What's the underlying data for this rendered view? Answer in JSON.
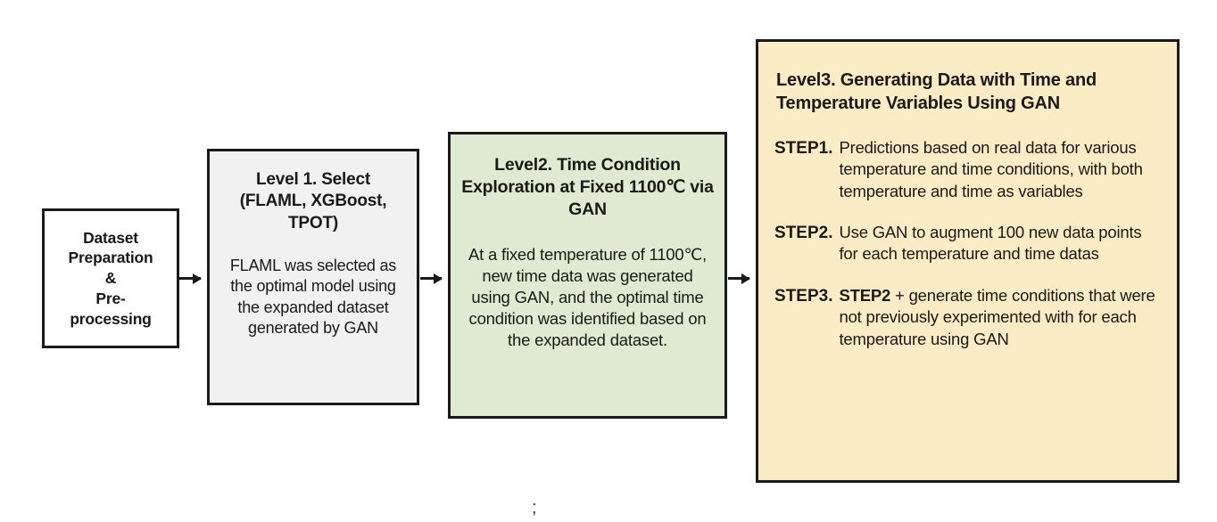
{
  "diagram": {
    "title": "Multi-level GAN-based data generation workflow",
    "colors": {
      "background": "#ffffff",
      "outline": "#1a1a1a",
      "level1_fill": "#f1f1f1",
      "level2_fill": "#dfead0",
      "level3_fill": "#fcecc5",
      "box1_fill": "#ffffff"
    },
    "nodes": {
      "dataset": {
        "title": "Dataset\nPreparation\n&\nPre-\nprocessing"
      },
      "level1": {
        "title": "Level 1. Select\n(FLAML, XGBoost,\nTPOT)",
        "body": "FLAML was selected as the optimal model using the expanded dataset generated by GAN"
      },
      "level2": {
        "title": "Level2. Time Condition Exploration at Fixed 1100℃ via GAN",
        "body": "At a fixed temperature of 1100℃, new time data was generated using GAN, and the optimal time condition was identified based on the expanded dataset."
      },
      "level3": {
        "title": "Level3. Generating Data with Time and Temperature Variables Using GAN",
        "steps": [
          {
            "label": "STEP1.",
            "text": "Predictions based on real data for various temperature and time conditions, with both temperature and time as variables",
            "prefix": "",
            "rest": ""
          },
          {
            "label": "STEP2.",
            "text": "Use GAN to augment 100 new data points for each temperature and time datas",
            "prefix": "",
            "rest": ""
          },
          {
            "label": "STEP3.",
            "text": "",
            "prefix": "STEP2",
            "rest": " + generate time conditions that were not previously experimented with for each temperature using GAN"
          }
        ]
      }
    },
    "arrows": [
      {
        "name": "dataset-to-level1"
      },
      {
        "name": "level1-to-level2"
      },
      {
        "name": "level2-to-level3"
      }
    ],
    "artifact": {
      "glyph": ";"
    }
  }
}
